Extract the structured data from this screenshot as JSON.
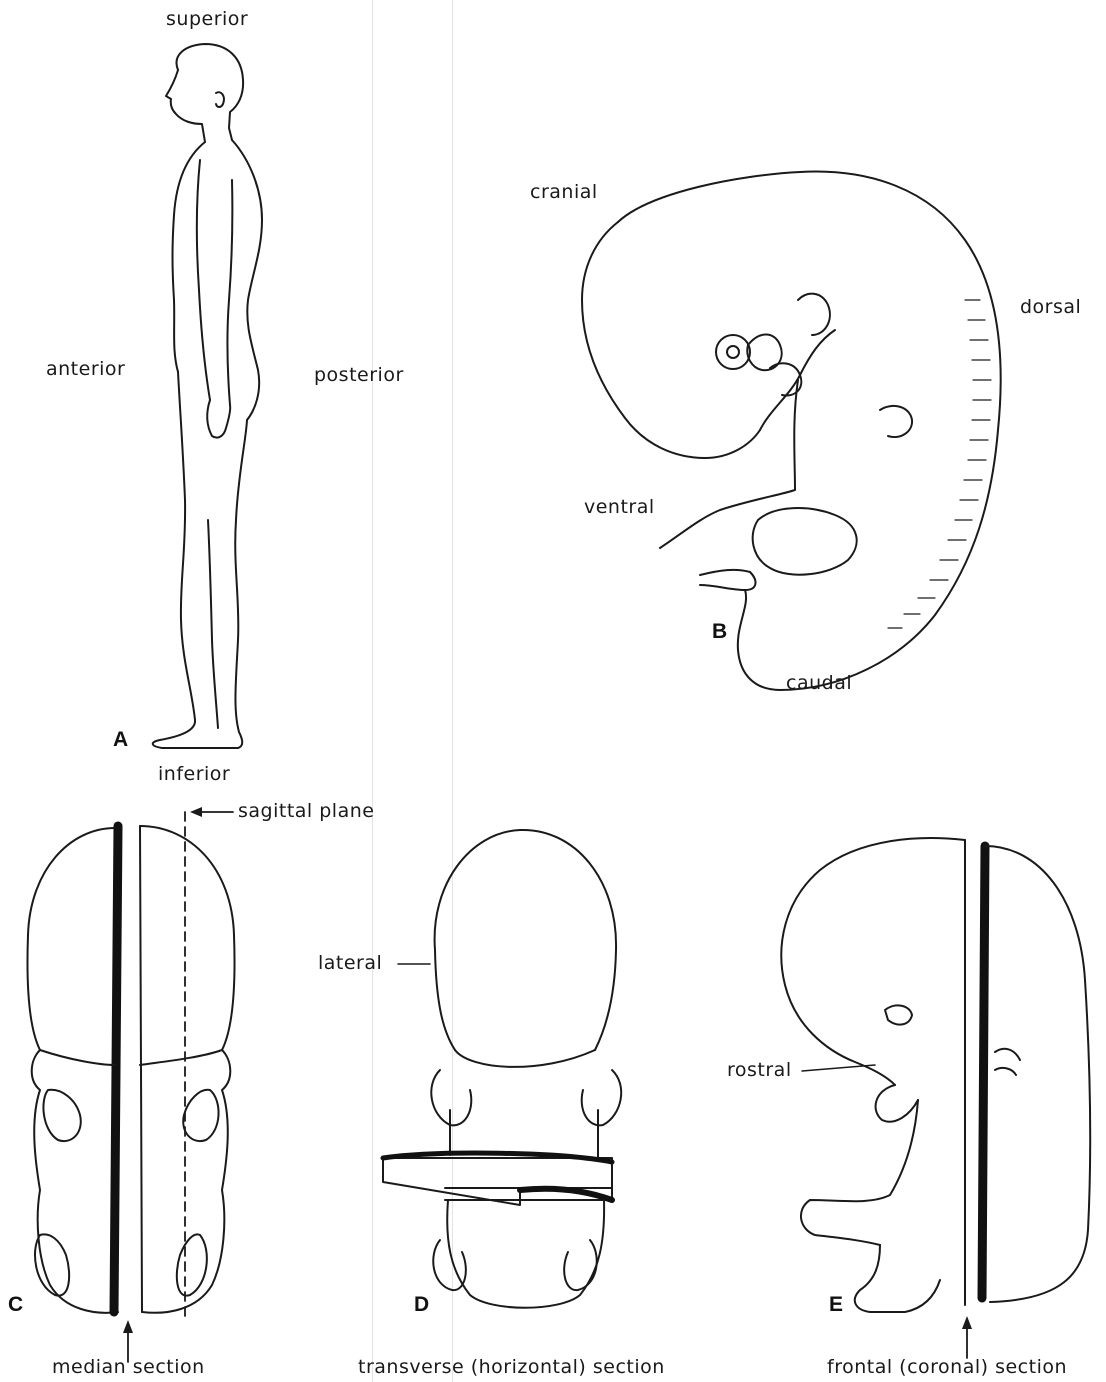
{
  "panels": {
    "a": "A",
    "b": "B",
    "c": "C",
    "d": "D",
    "e": "E"
  },
  "labels": {
    "superior": "superior",
    "inferior": "inferior",
    "anterior": "anterior",
    "posterior": "posterior",
    "cranial": "cranial",
    "caudal": "caudal",
    "dorsal": "dorsal",
    "ventral": "ventral",
    "sagittal_plane": "sagittal plane",
    "lateral": "lateral",
    "rostral": "rostral",
    "median_section": "median section",
    "transverse_section": "transverse (horizontal) section",
    "frontal_section": "frontal (coronal) section"
  }
}
